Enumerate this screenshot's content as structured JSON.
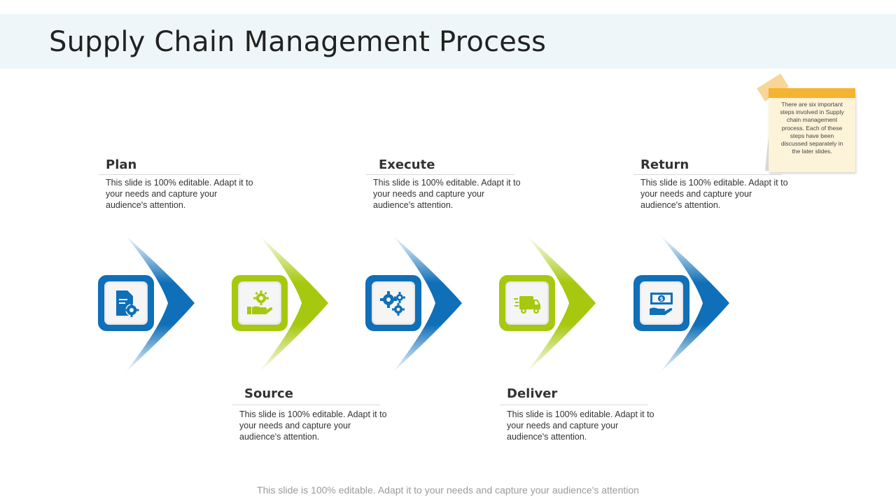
{
  "title": "Supply Chain Management Process",
  "steps": [
    {
      "id": "plan",
      "title": "Plan",
      "text": "This slide is 100% editable. Adapt it to your needs and capture your audience's attention.",
      "icon": "document-gear-icon",
      "color": "#0f6fb8"
    },
    {
      "id": "source",
      "title": "Source",
      "text": "This slide is 100% editable. Adapt it to your needs and capture your audience's attention.",
      "icon": "hand-gear-icon",
      "color": "#a6c80f"
    },
    {
      "id": "execute",
      "title": "Execute",
      "text": "This slide is 100% editable. Adapt it to your needs and capture your audience's attention.",
      "icon": "gears-icon",
      "color": "#0f6fb8"
    },
    {
      "id": "deliver",
      "title": "Deliver",
      "text": "This slide is 100% editable. Adapt it to your needs and capture your audience's attention.",
      "icon": "delivery-truck-icon",
      "color": "#a6c80f"
    },
    {
      "id": "return",
      "title": "Return",
      "text": "This slide is 100% editable. Adapt it to your needs and capture your audience's attention.",
      "icon": "money-hand-icon",
      "color": "#0f6fb8"
    }
  ],
  "note": {
    "text": "There are six important steps involved in Supply chain management process. Each of these steps have been discussed separately in the later slides."
  },
  "footer": "This slide is 100% editable. Adapt it to your needs and capture your audience's attention",
  "colors": {
    "blue": "#0f6fb8",
    "green": "#a6c80f",
    "note_header": "#f3b431",
    "note_paper": "#fdf3d9"
  }
}
